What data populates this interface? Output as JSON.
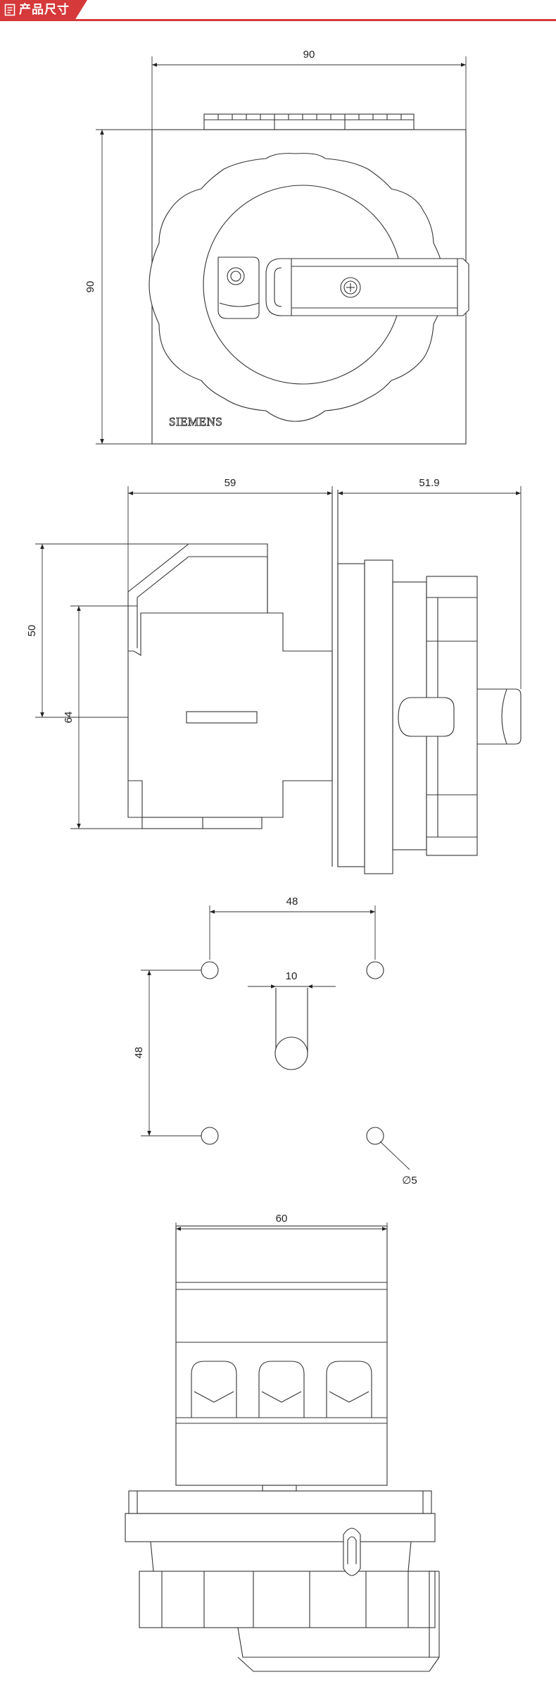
{
  "header": {
    "title": "产品尺寸",
    "icon": "document-icon",
    "accent_color": "#d6393a"
  },
  "front_view": {
    "width_dim": "90",
    "height_dim": "90",
    "brand_text": "SIEMENS"
  },
  "side_view": {
    "depth_dim": "59",
    "handle_dim": "51.9",
    "upper_height_dim": "50",
    "body_height_dim": "64"
  },
  "drilling_view": {
    "hole_spacing_x": "48",
    "hole_spacing_y": "48",
    "slot_width": "10",
    "hole_diameter": "∅5"
  },
  "bottom_view": {
    "width_dim": "60"
  }
}
